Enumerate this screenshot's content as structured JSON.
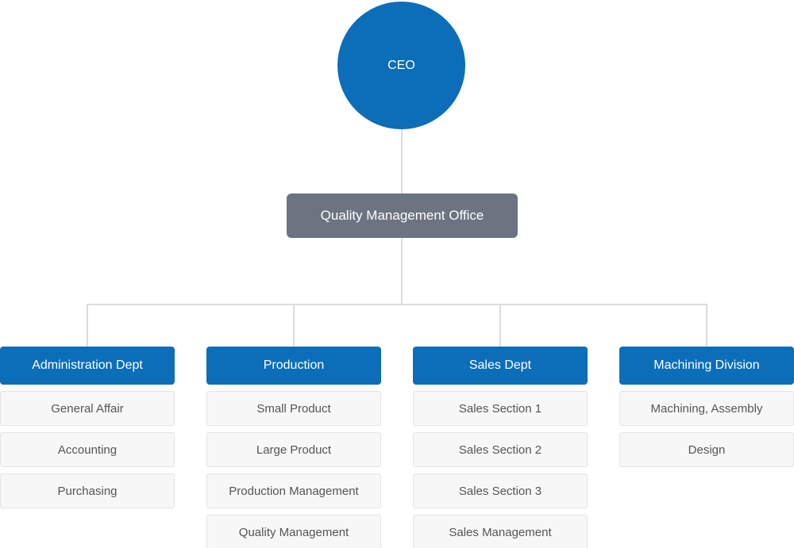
{
  "colors": {
    "accent": "#0c6eb8",
    "slate": "#6b7480",
    "line": "#dcdcdc",
    "item_bg": "#f7f7f7",
    "item_border": "#e4e4e4",
    "item_text": "#555555",
    "node_text": "#ffffff"
  },
  "root": {
    "label": "CEO"
  },
  "staff": {
    "label": "Quality Management Office"
  },
  "columns": [
    {
      "title": "Administration Dept",
      "items": [
        "General Affair",
        "Accounting",
        "Purchasing"
      ]
    },
    {
      "title": "Production",
      "items": [
        "Small Product",
        "Large Product",
        "Production Management",
        "Quality Management"
      ]
    },
    {
      "title": "Sales Dept",
      "items": [
        "Sales Section 1",
        "Sales Section 2",
        "Sales Section 3",
        "Sales Management"
      ]
    },
    {
      "title": "Machining Division",
      "items": [
        "Machining, Assembly",
        "Design"
      ]
    }
  ]
}
